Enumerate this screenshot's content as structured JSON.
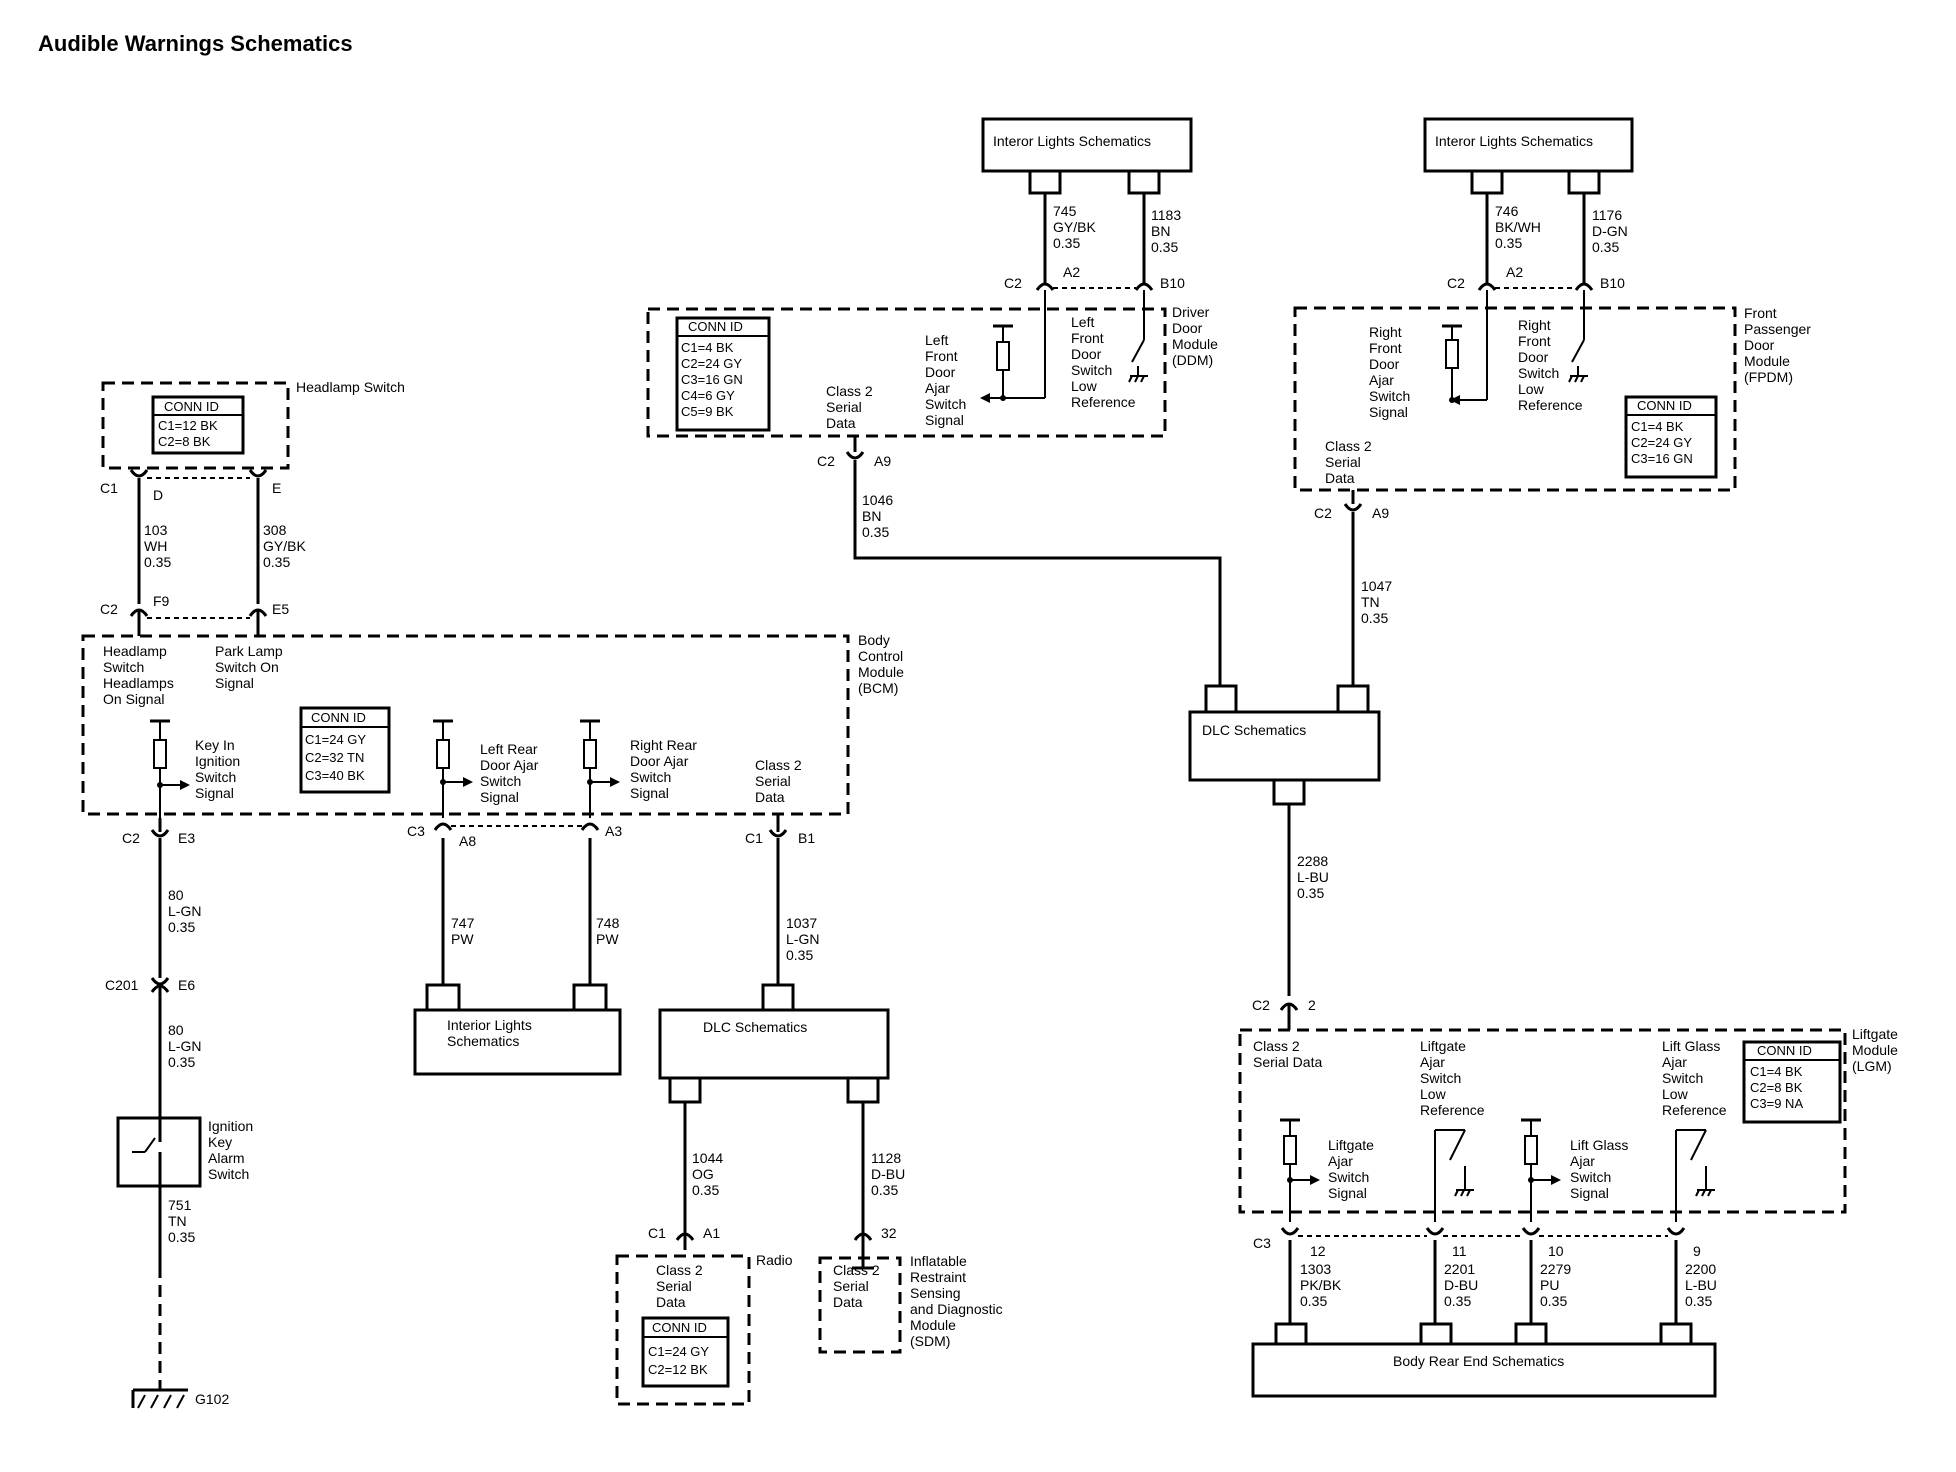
{
  "title": "Audible Warnings Schematics",
  "components": {
    "headlamp_switch": "Headlamp Switch",
    "bcm": "Body Control Module (BCM)",
    "ddm": "Driver Door Module (DDM)",
    "fpdm": "Front Passenger Door Module (FPDM)",
    "lgm": "Liftgate Module (LGM)",
    "radio": "Radio",
    "sdm": "Inflatable Restraint Sensing and Diagnostic Module (SDM)",
    "ignition_key_alarm_switch": "Ignition Key Alarm Switch",
    "ground": "G102"
  },
  "reference_boxes": {
    "interior_lights_1": "Interor Lights Schematics",
    "interior_lights_2": "Interor Lights Schematics",
    "interior_lights_3": "Interior Lights Schematics",
    "dlc_main": "DLC Schematics",
    "dlc_lower": "DLC Schematics",
    "body_rear_end": "Body Rear End Schematics"
  },
  "conn_tables": {
    "header": "CONN ID",
    "headlamp": [
      "C1=12 BK",
      "C2=8 BK"
    ],
    "bcm": [
      "C1=24 GY",
      "C2=32 TN",
      "C3=40 BK"
    ],
    "ddm": [
      "C1=4 BK",
      "C2=24 GY",
      "C3=16 GN",
      "C4=6 GY",
      "C5=9 BK"
    ],
    "fpdm": [
      "C1=4 BK",
      "C2=24 GY",
      "C3=16 GN"
    ],
    "lgm": [
      "C1=4 BK",
      "C2=8 BK",
      "C3=9 NA"
    ],
    "radio": [
      "C1=24 GY",
      "C2=12 BK"
    ]
  },
  "signals": {
    "headlamps_on": "Headlamp Switch Headlamps On Signal",
    "park_lamp_on": "Park Lamp Switch On Signal",
    "key_in_ignition": "Key In Ignition Switch Signal",
    "left_rear_ajar": "Left Rear Door Ajar Switch Signal",
    "right_rear_ajar": "Right Rear Door Ajar Switch Signal",
    "class2_bcm": "Class 2 Serial Data",
    "ddm_ajar": "Left Front Door Ajar Switch Signal",
    "ddm_low_ref": "Left Front Door Switch Low Reference",
    "ddm_class2": "Class 2 Serial Data",
    "fpdm_ajar": "Right Front Door Ajar Switch Signal",
    "fpdm_low_ref": "Right Front Door Switch Low Reference",
    "fpdm_class2": "Class 2 Serial Data",
    "lgm_class2": "Class 2 Serial Data",
    "liftgate_low_ref": "Liftgate Ajar Switch Low Reference",
    "liftgate_ajar": "Liftgate Ajar Switch Signal",
    "liftglass_ajar": "Lift Glass Ajar Switch Signal",
    "liftglass_low_ref": "Lift Glass Switch Low Reference",
    "radio_class2": "Class 2 Serial Data",
    "sdm_class2": "Class 2 Serial Data"
  },
  "wires": {
    "w103": {
      "circuit": "103",
      "color": "WH",
      "gauge": "0.35"
    },
    "w308": {
      "circuit": "308",
      "color": "GY/BK",
      "gauge": "0.35"
    },
    "w80a": {
      "circuit": "80",
      "color": "L-GN",
      "gauge": "0.35"
    },
    "w80b": {
      "circuit": "80",
      "color": "L-GN",
      "gauge": "0.35"
    },
    "w751": {
      "circuit": "751",
      "color": "TN",
      "gauge": "0.35"
    },
    "w747": {
      "circuit": "747",
      "color": "PW"
    },
    "w748": {
      "circuit": "748",
      "color": "PW"
    },
    "w1037": {
      "circuit": "1037",
      "color": "L-GN",
      "gauge": "0.35"
    },
    "w745": {
      "circuit": "745",
      "color": "GY/BK",
      "gauge": "0.35"
    },
    "w1183": {
      "circuit": "1183",
      "color": "BN",
      "gauge": "0.35"
    },
    "w1046": {
      "circuit": "1046",
      "color": "BN",
      "gauge": "0.35"
    },
    "w746": {
      "circuit": "746",
      "color": "BK/WH",
      "gauge": "0.35"
    },
    "w1176": {
      "circuit": "1176",
      "color": "D-GN",
      "gauge": "0.35"
    },
    "w1047": {
      "circuit": "1047",
      "color": "TN",
      "gauge": "0.35"
    },
    "w2288": {
      "circuit": "2288",
      "color": "L-BU",
      "gauge": "0.35"
    },
    "w1044": {
      "circuit": "1044",
      "color": "OG",
      "gauge": "0.35"
    },
    "w1128": {
      "circuit": "1128",
      "color": "D-BU",
      "gauge": "0.35"
    },
    "w1303": {
      "circuit": "1303",
      "color": "PK/BK",
      "gauge": "0.35"
    },
    "w2201": {
      "circuit": "2201",
      "color": "D-BU",
      "gauge": "0.35"
    },
    "w2279": {
      "circuit": "2279",
      "color": "PU",
      "gauge": "0.35"
    },
    "w2200": {
      "circuit": "2200",
      "color": "L-BU",
      "gauge": "0.35"
    }
  },
  "pins": {
    "hs_c1": "C1",
    "hs_d": "D",
    "hs_e": "E",
    "bcm_c2a": "C2",
    "bcm_f9": "F9",
    "bcm_e5": "E5",
    "bcm_c2b": "C2",
    "bcm_e3": "E3",
    "bcm_c3": "C3",
    "bcm_a8": "A8",
    "bcm_a3": "A3",
    "bcm_c1": "C1",
    "bcm_b1": "B1",
    "c201": "C201",
    "e6": "E6",
    "ddm_c2": "C2",
    "ddm_a2": "A2",
    "ddm_b10": "B10",
    "ddm_c2b": "C2",
    "ddm_a9": "A9",
    "fpdm_c2": "C2",
    "fpdm_a2": "A2",
    "fpdm_b10": "B10",
    "fpdm_c2b": "C2",
    "fpdm_a9": "A9",
    "lgm_c2": "C2",
    "lgm_2": "2",
    "lgm_c3": "C3",
    "lgm_12": "12",
    "lgm_11": "11",
    "lgm_10": "10",
    "lgm_9": "9",
    "radio_c1": "C1",
    "radio_a1": "A1",
    "sdm_32": "32"
  }
}
